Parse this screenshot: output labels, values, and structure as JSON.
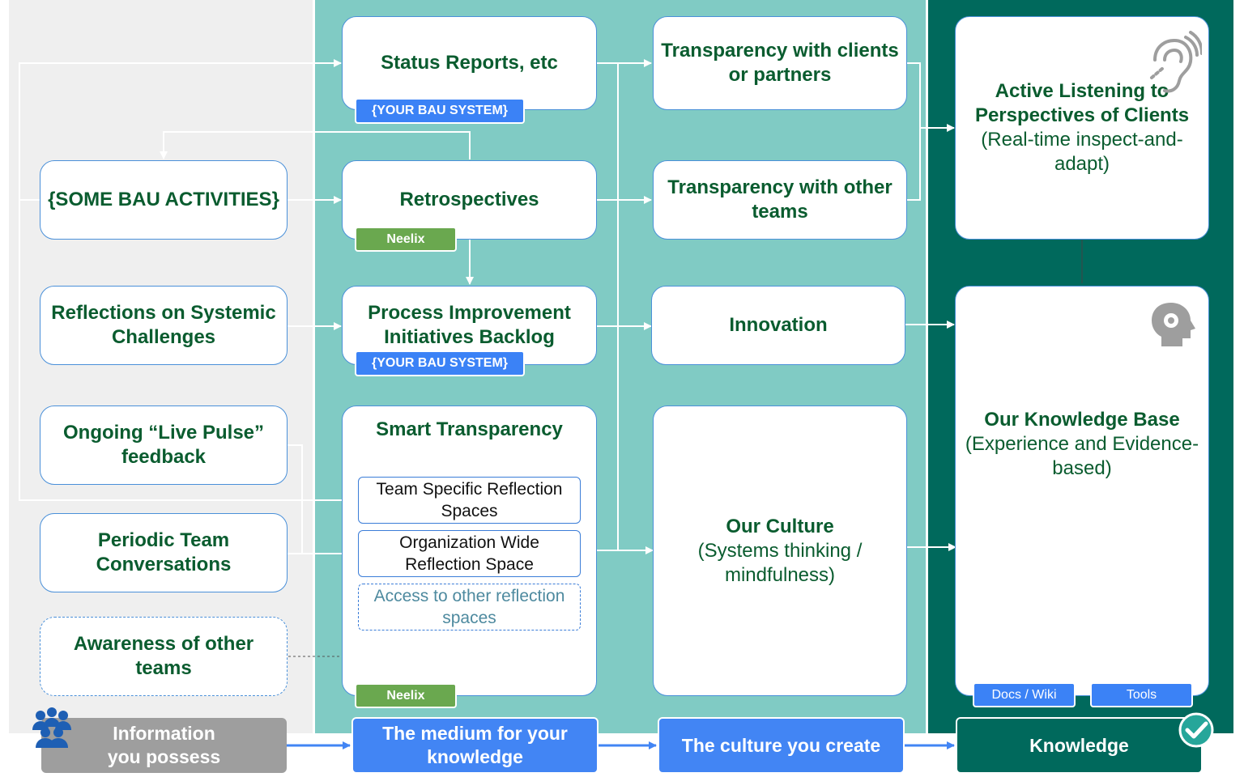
{
  "columns": {
    "information": {
      "boxes": [
        {
          "text": "{SOME BAU ACTIVITIES}"
        },
        {
          "text": "Reflections on Systemic Challenges"
        },
        {
          "text": "Ongoing “Live Pulse” feedback"
        },
        {
          "text": "Periodic Team Conversations"
        },
        {
          "text": "Awareness of other teams"
        }
      ]
    },
    "medium": {
      "boxes": [
        {
          "text": "Status Reports, etc",
          "tag": "{YOUR BAU SYSTEM}"
        },
        {
          "text": "Retrospectives",
          "tag": "Neelix"
        },
        {
          "text": "Process Improvement Initiatives Backlog",
          "tag": "{YOUR BAU SYSTEM}"
        }
      ],
      "smart": {
        "title": "Smart Transparency",
        "items": [
          "Team Specific Reflection Spaces",
          "Organization Wide Reflection Space",
          "Access to other reflection spaces"
        ],
        "tag": "Neelix"
      }
    },
    "culture": {
      "boxes": [
        {
          "text": "Transparency with clients or partners"
        },
        {
          "text": "Transparency with other teams"
        },
        {
          "text": "Innovation"
        }
      ],
      "our_culture": {
        "title": "Our Culture",
        "subtitle": "(Systems thinking / mindfulness)"
      }
    },
    "knowledge": {
      "active_listening": {
        "title": "Active Listening to Perspectives of Clients",
        "subtitle": "(Real-time inspect-and-adapt)"
      },
      "knowledge_base": {
        "title": "Our Knowledge Base",
        "subtitle": "(Experience and Evidence-based)",
        "tags": [
          "Docs / Wiki",
          "Tools"
        ]
      }
    }
  },
  "footer": {
    "stages": [
      "Information you possess",
      "The medium for your knowledge",
      "The culture you create",
      "Knowledge"
    ]
  },
  "icons": [
    "team-icon",
    "ear-listening-icon",
    "head-gear-icon",
    "checkmark-icon"
  ],
  "colors": {
    "information_bg": "#efefef",
    "medium_bg": "#80cbc4",
    "knowledge_bg": "#00695c",
    "stage_gray": "#9e9e9e",
    "stage_blue": "#4285f4",
    "tag_blue": "#3b82f6",
    "tag_green": "#6aa84f",
    "text_green": "#0a5c2f"
  }
}
